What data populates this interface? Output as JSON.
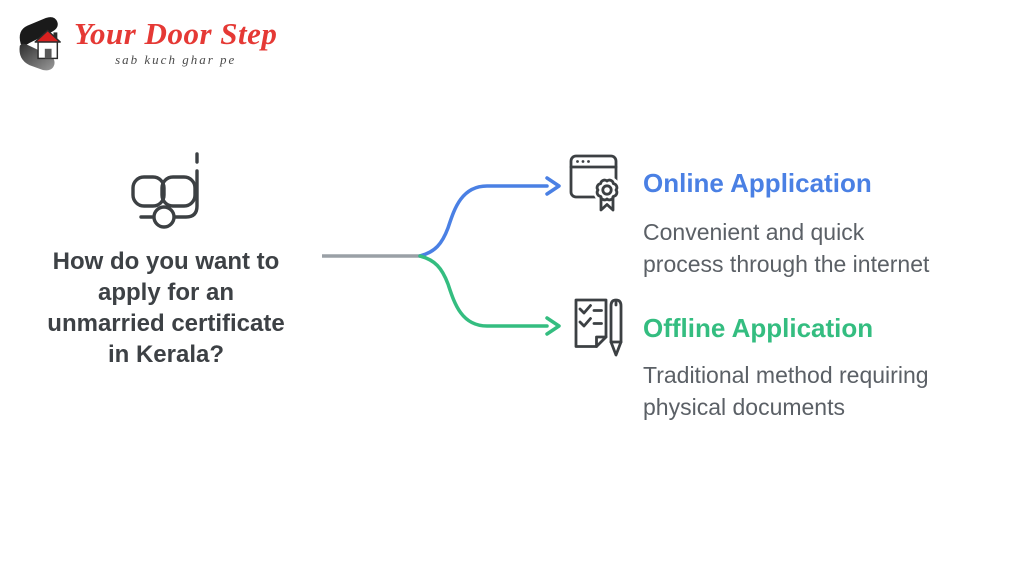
{
  "logo": {
    "icon": "house-logo-icon",
    "brand": "Your Door Step",
    "brand_color": "#e53935",
    "tagline": "sab kuch ghar pe"
  },
  "question": {
    "icon": "scuba-mask-icon",
    "text": "How do you want to\napply for an\nunmarried certificate\nin Kerala?"
  },
  "branches": [
    {
      "id": "online",
      "icon": "browser-certificate-icon",
      "title": "Online Application",
      "description": "Convenient and quick\nprocess through the internet",
      "color": "#4a80e4"
    },
    {
      "id": "offline",
      "icon": "document-pen-icon",
      "title": "Offline Application",
      "description": "Traditional method requiring\nphysical documents",
      "color": "#34bd80"
    }
  ],
  "connector": {
    "stem_color": "#9aa0a6",
    "online_color": "#4a80e4",
    "offline_color": "#34bd80"
  }
}
